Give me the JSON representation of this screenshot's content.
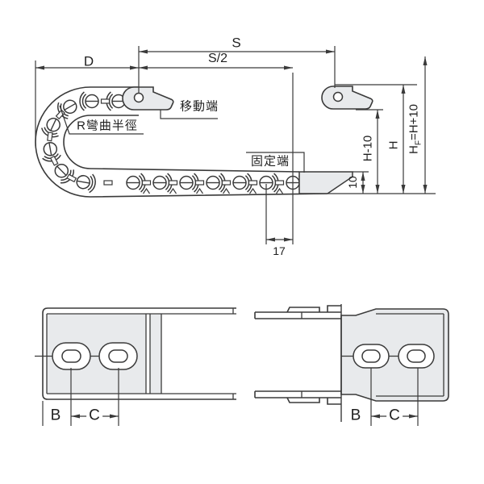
{
  "drawing": {
    "top_dims": {
      "d": "D",
      "s": "S",
      "s_half": "S/2"
    },
    "labels": {
      "moving_end": "移動端",
      "bend_radius": "R彎曲半徑",
      "fixed_end": "固定端"
    },
    "right_dims": {
      "ten_offset": "10",
      "h_minus_10": "H-10",
      "h": "H",
      "hf_base": "H",
      "hf_sub": "F",
      "hf_rest": "=H+10"
    },
    "bottom_dims": {
      "pitch": "17"
    },
    "sections": {
      "left": {
        "b": "B",
        "c": "C"
      },
      "right": {
        "b": "B",
        "c": "C"
      }
    },
    "colors": {
      "line": "#3a3a3a",
      "fill": "#e8eaec",
      "background": "#ffffff"
    }
  }
}
